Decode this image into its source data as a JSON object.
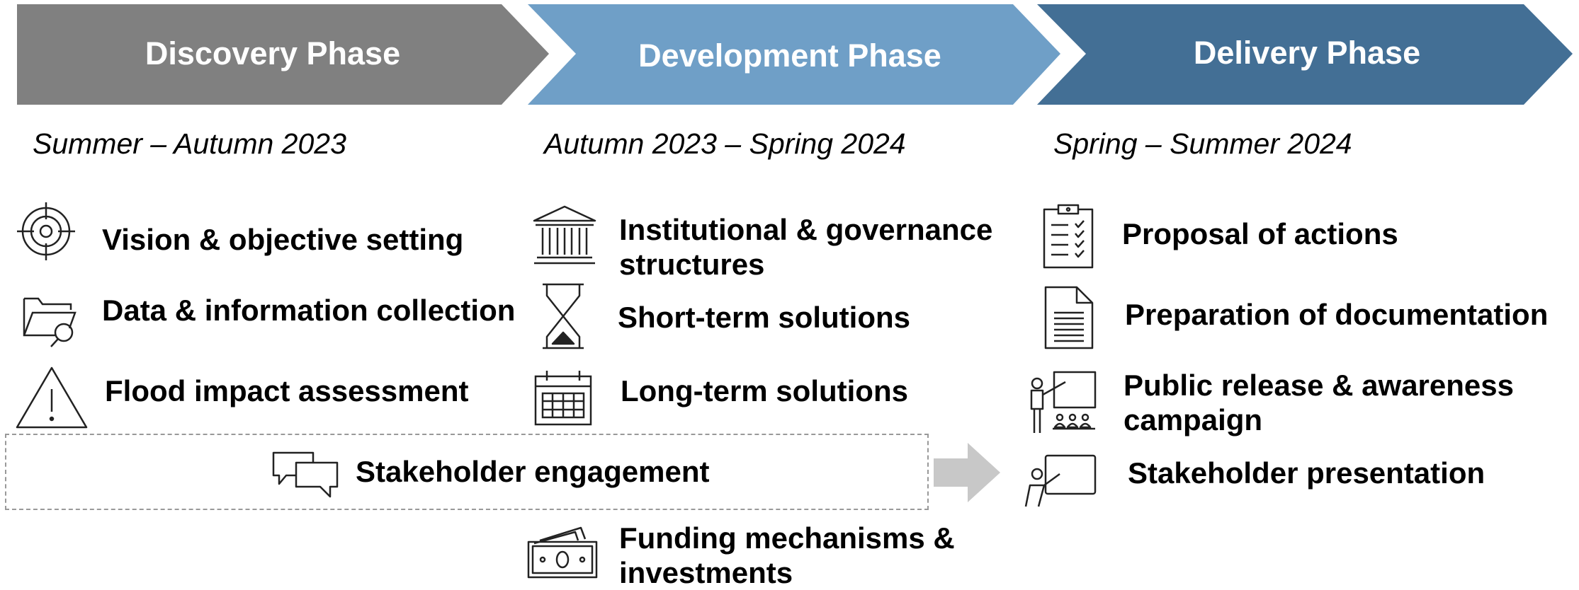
{
  "phases": [
    {
      "title": "Discovery Phase",
      "period": "Summer – Autumn 2023",
      "color": "#808080"
    },
    {
      "title": "Development Phase",
      "period": "Autumn 2023 – Spring 2024",
      "color": "#6f9fc7"
    },
    {
      "title": "Delivery Phase",
      "period": "Spring – Summer 2024",
      "color": "#436f95"
    }
  ],
  "discovery": {
    "items": [
      {
        "label": "Vision & objective setting",
        "icon": "target-icon"
      },
      {
        "label": "Data & information collection",
        "icon": "folder-search-icon"
      },
      {
        "label": "Flood impact assessment",
        "icon": "warning-icon"
      }
    ]
  },
  "development": {
    "items": [
      {
        "label": "Institutional & governance structures",
        "icon": "institution-icon"
      },
      {
        "label": "Short-term solutions",
        "icon": "hourglass-icon"
      },
      {
        "label": "Long-term solutions",
        "icon": "calendar-icon"
      },
      {
        "label": "Funding mechanisms & investments",
        "icon": "money-icon"
      }
    ]
  },
  "delivery": {
    "items": [
      {
        "label": "Proposal of actions",
        "icon": "checklist-icon"
      },
      {
        "label": "Preparation of documentation",
        "icon": "document-icon"
      },
      {
        "label": "Public release & awareness campaign",
        "icon": "presentation-audience-icon"
      },
      {
        "label": "Stakeholder presentation",
        "icon": "presenter-icon"
      }
    ]
  },
  "engagement": {
    "label": "Stakeholder engagement",
    "icon": "chat-bubbles-icon",
    "arrow_color": "#c8c8c8"
  }
}
